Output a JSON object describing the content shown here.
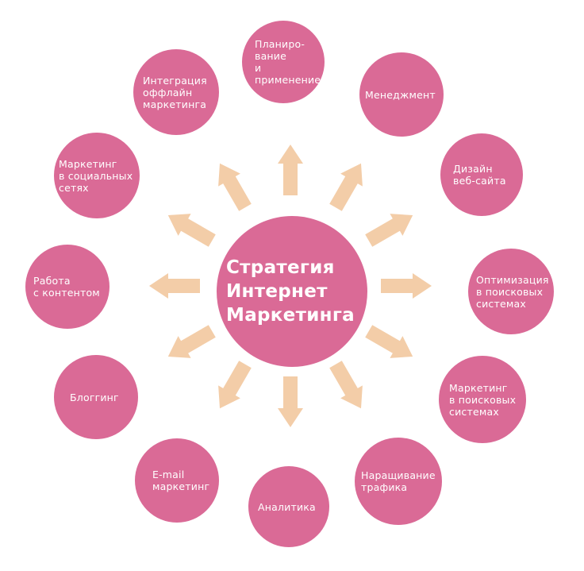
{
  "diagram": {
    "center": "Стратегия\nИнтернет\nМаркетинга",
    "nodes": [
      "Плани­ро-\nвание\nи\nприменение",
      "Менеджмент",
      "Дизайн\nвеб-сайта",
      "Оптимизация\nв поисковых\nсистемах",
      "Маркетинг\nв поисковых\nсистемах",
      "Наращивание\nтрафика",
      "Аналитика",
      "E-mail\nмаркетинг",
      "Блоггинг",
      "Работа\nс контентом",
      "Маркетинг\nв социальных\nсетях",
      "Интеграция\nоффлайн\nмаркетинга"
    ],
    "colors": {
      "node": "#da6a96",
      "arrow": "#f3cda8",
      "text": "#ffffff"
    }
  }
}
